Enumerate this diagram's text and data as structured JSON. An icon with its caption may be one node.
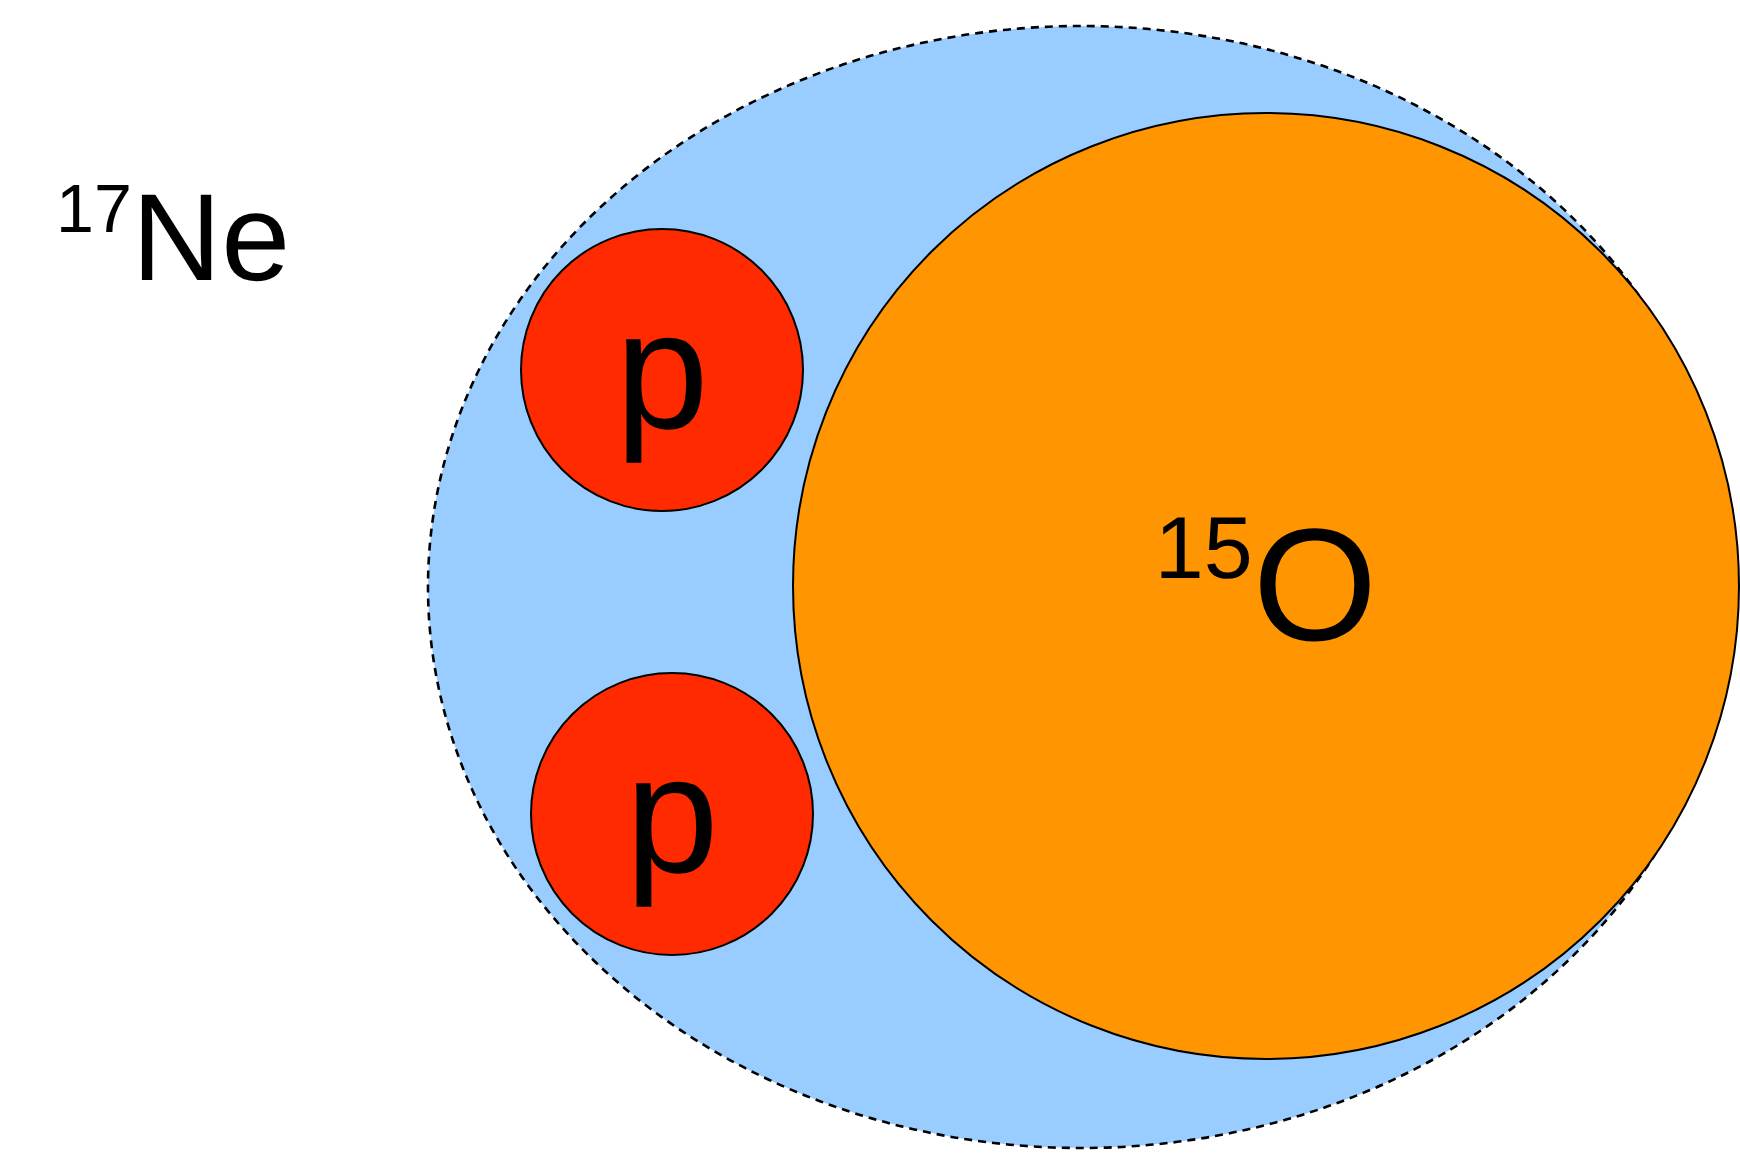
{
  "diagram": {
    "nodes": [
      {
        "text": [
          "$^{17}$Ne"
        ]
      },
      {
        "text": [
          "p"
        ],
        "in": 0
      },
      {
        "text": [
          "p"
        ],
        "in": 0
      },
      {
        "text": [
          "$^{15}$O"
        ],
        "in": 0
      }
    ]
  }
}
